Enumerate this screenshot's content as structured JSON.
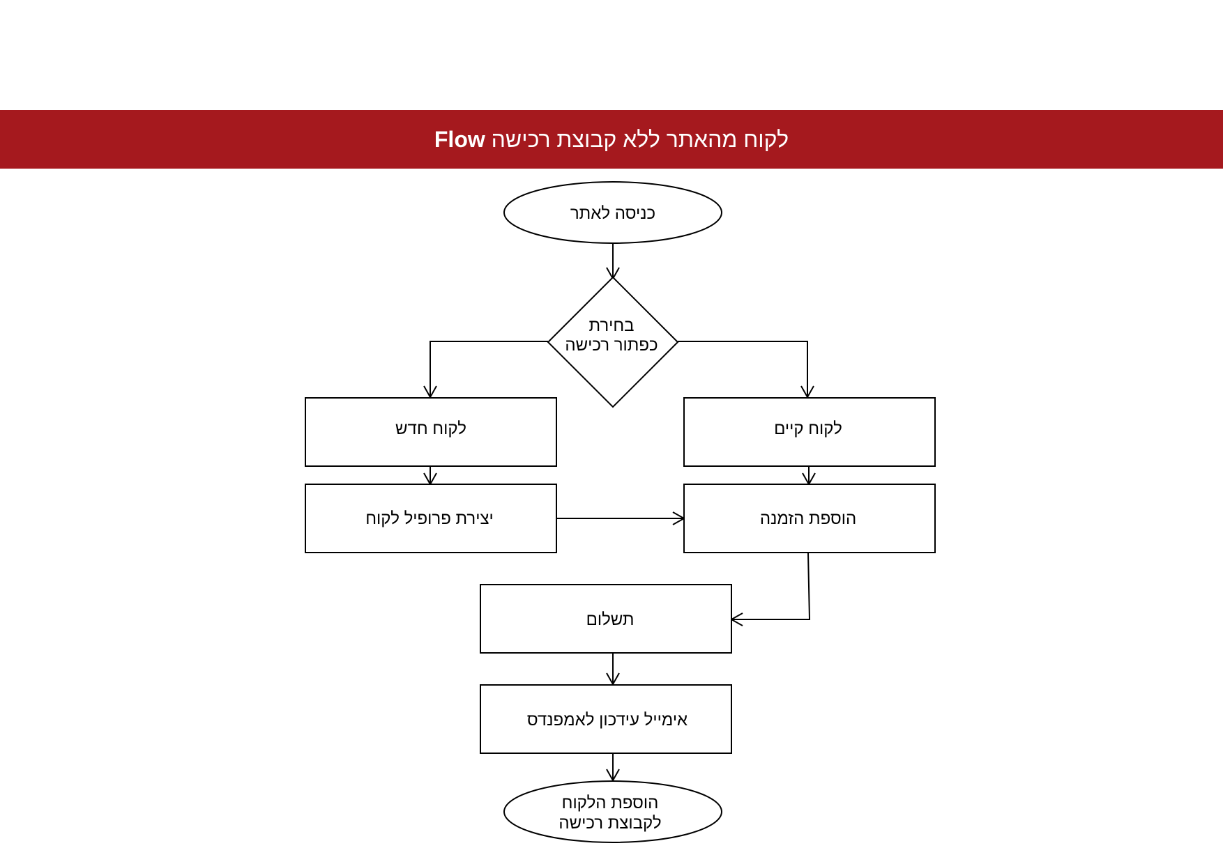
{
  "header": {
    "title_prefix": "Flow",
    "title_main": "לקוח מהאתר ללא קבוצת רכישה",
    "bg_color": "#a5191e"
  },
  "nodes": {
    "start": {
      "line1": "כניסה לאתר"
    },
    "decision": {
      "line1": "בחירת",
      "line2": "כפתור רכישה"
    },
    "new_customer": {
      "line1": "לקוח חדש"
    },
    "existing_customer": {
      "line1": "לקוח קיים"
    },
    "create_profile": {
      "line1": "יצירת פרופיל לקוח"
    },
    "add_order": {
      "line1": "הוספת הזמנה"
    },
    "payment": {
      "line1": "תשלום"
    },
    "email_update": {
      "line1": "אימייל עידכון לאמפנדס"
    },
    "end": {
      "line1": "הוספת הלקוח",
      "line2": "לקבוצת רכישה"
    }
  }
}
